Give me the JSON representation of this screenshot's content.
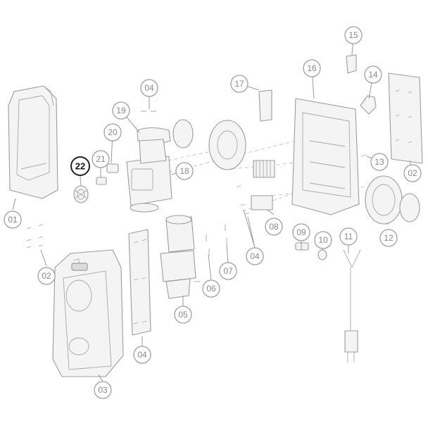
{
  "callouts": [
    {
      "id": "c01",
      "label": "01"
    },
    {
      "id": "c02a",
      "label": "02"
    },
    {
      "id": "c02b",
      "label": "02"
    },
    {
      "id": "c03",
      "label": "03"
    },
    {
      "id": "c04a",
      "label": "04"
    },
    {
      "id": "c04b",
      "label": "04"
    },
    {
      "id": "c04c",
      "label": "04"
    },
    {
      "id": "c05",
      "label": "05"
    },
    {
      "id": "c06",
      "label": "06"
    },
    {
      "id": "c07",
      "label": "07"
    },
    {
      "id": "c08",
      "label": "08"
    },
    {
      "id": "c09",
      "label": "09"
    },
    {
      "id": "c10",
      "label": "10"
    },
    {
      "id": "c11",
      "label": "11"
    },
    {
      "id": "c12",
      "label": "12"
    },
    {
      "id": "c13",
      "label": "13"
    },
    {
      "id": "c14",
      "label": "14"
    },
    {
      "id": "c15",
      "label": "15"
    },
    {
      "id": "c16",
      "label": "16"
    },
    {
      "id": "c17",
      "label": "17"
    },
    {
      "id": "c18",
      "label": "18"
    },
    {
      "id": "c19",
      "label": "19"
    },
    {
      "id": "c20",
      "label": "20"
    },
    {
      "id": "c21",
      "label": "21"
    },
    {
      "id": "c22",
      "label": "22",
      "highlighted": true
    }
  ],
  "colors": {
    "line": "#9c9c9c",
    "highlight": "#222222",
    "label": "#8a8a8a"
  }
}
